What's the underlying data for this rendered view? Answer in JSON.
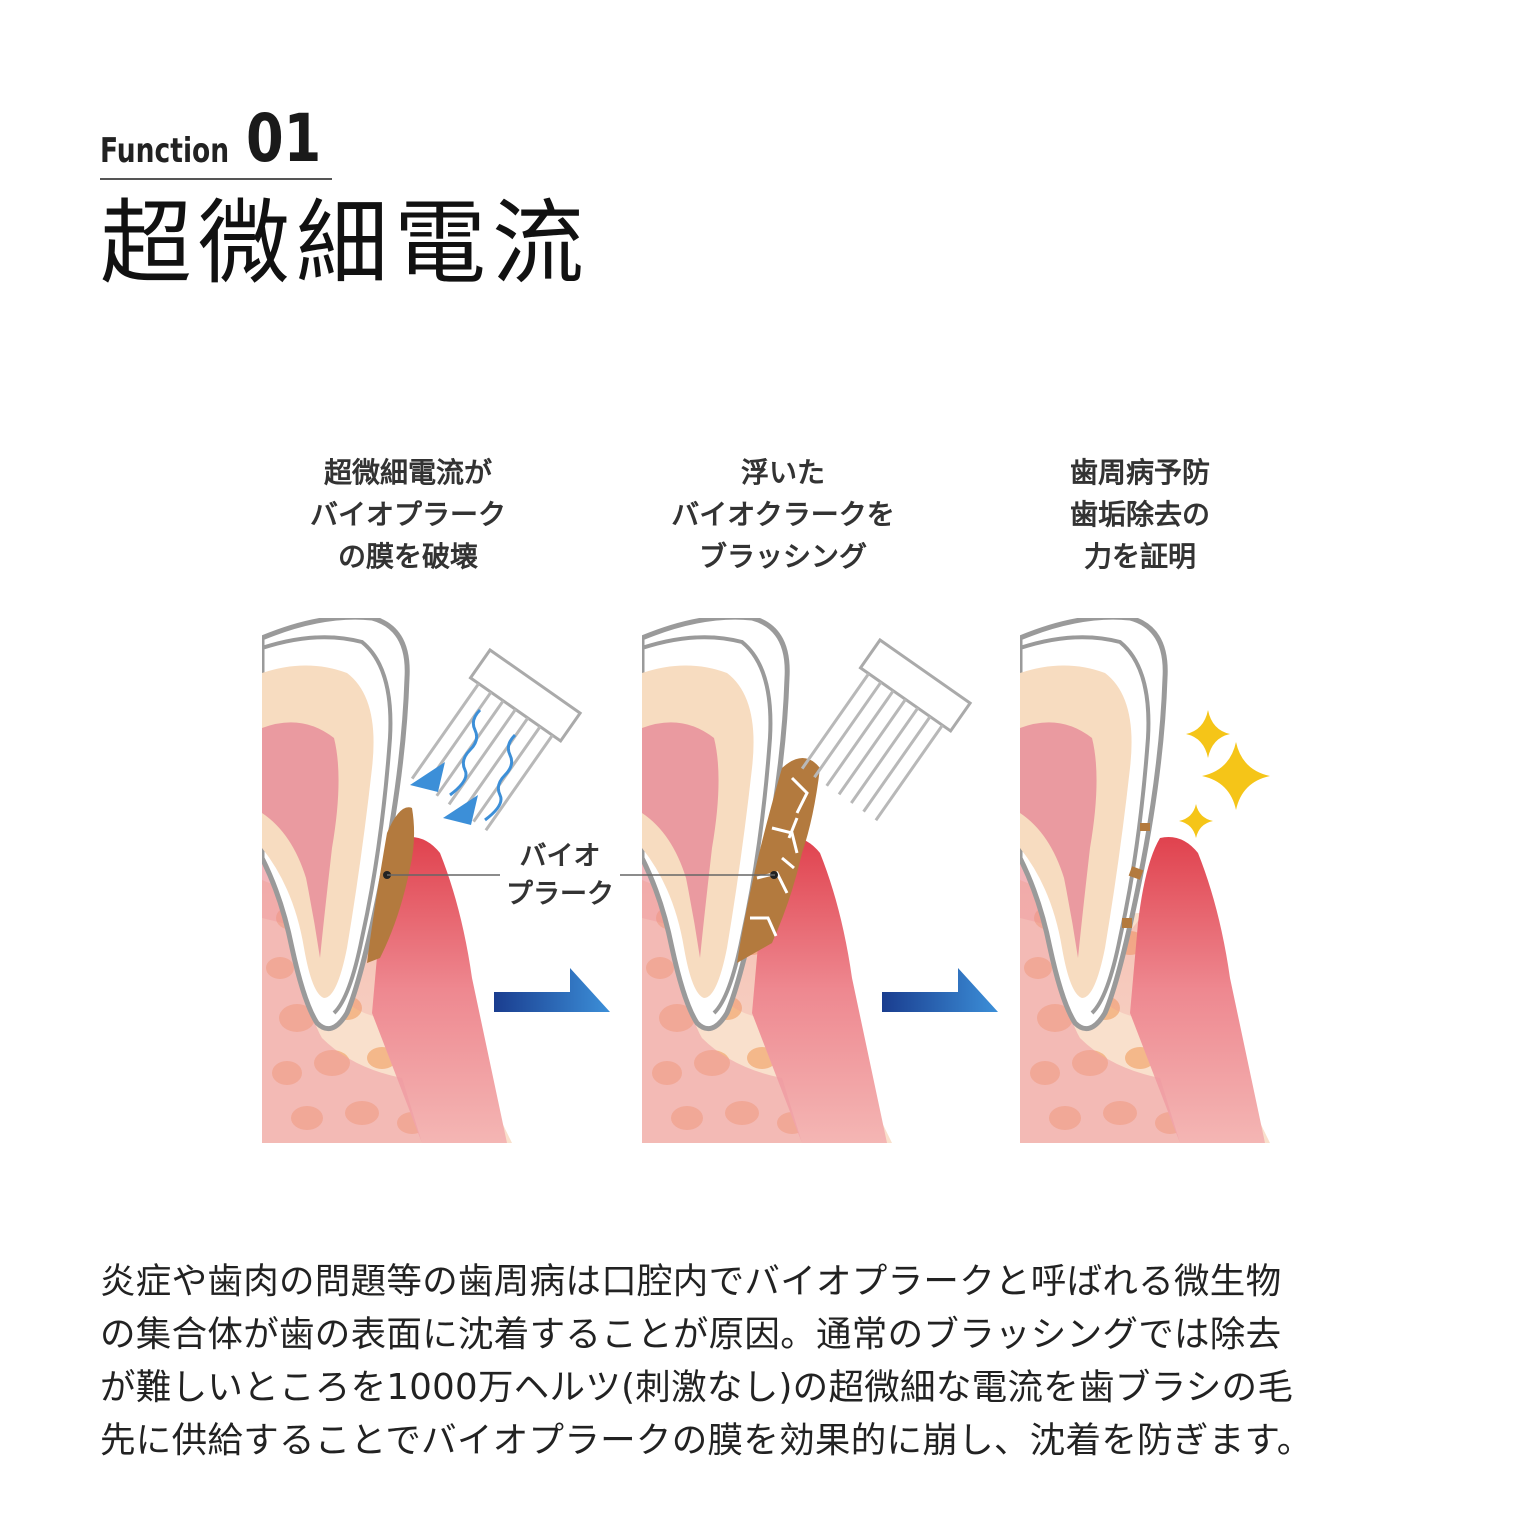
{
  "header": {
    "function_label": "Function",
    "function_number": "01",
    "title": "超微細電流"
  },
  "steps": [
    {
      "lines": [
        "超微細電流が",
        "バイオプラーク",
        "の膜を破壊"
      ]
    },
    {
      "lines": [
        "浮いた",
        "バイオクラークを",
        "ブラッシング"
      ]
    },
    {
      "lines": [
        "歯周病予防",
        "歯垢除去の",
        "力を証明"
      ]
    }
  ],
  "annotation": {
    "lines": [
      "バイオ",
      "プラーク"
    ]
  },
  "description": {
    "lines": [
      "炎症や歯肉の問題等の歯周病は口腔内でバイオプラークと呼ばれる微生物",
      "の集合体が歯の表面に沈着することが原因。通常のブラッシングでは除去",
      "が難しいところを1000万ヘルツ(刺激なし)の超微細な電流を歯ブラシの毛",
      "先に供給することでバイオプラークの膜を効果的に崩し、沈着を防ぎます。"
    ]
  },
  "colors": {
    "enamel_outline": "#9a9a9a",
    "dentin": "#f7dcc0",
    "pulp": "#ea9aa0",
    "gum": "#e25a68",
    "bone": "#f9e0cc",
    "bone_pores": "#f4b88a",
    "plaque": "#b37a3e",
    "arrow_dark": "#1a3d8f",
    "arrow_light": "#3c8fd8",
    "sparkle": "#f5c518"
  }
}
